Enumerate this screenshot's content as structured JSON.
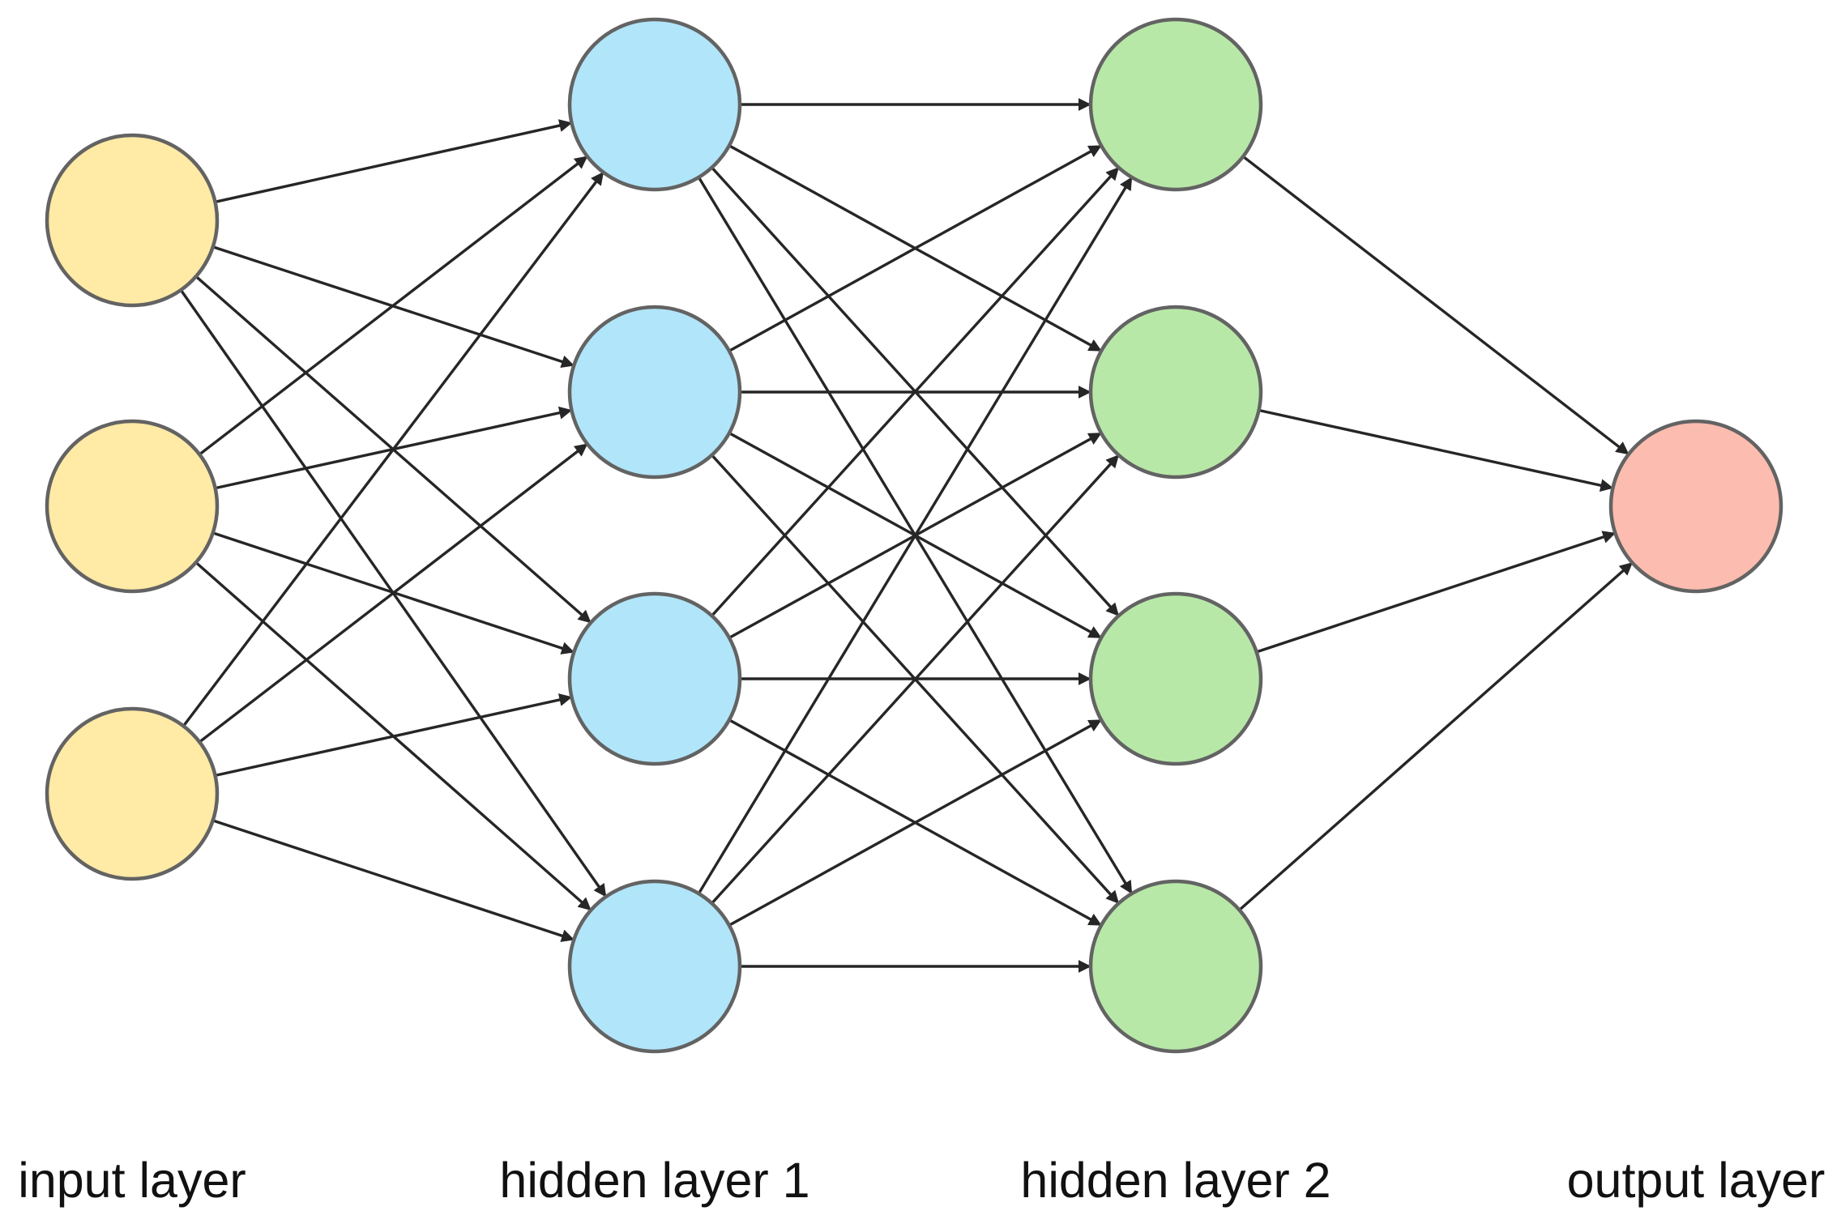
{
  "diagram": {
    "title": "",
    "layers": [
      {
        "label": "input layer",
        "nodes": 3,
        "fill": "#ffeaa6"
      },
      {
        "label": "hidden layer 1",
        "nodes": 4,
        "fill": "#b1e5f9"
      },
      {
        "label": "hidden layer 2",
        "nodes": 4,
        "fill": "#b8e8a8"
      },
      {
        "label": "output layer",
        "nodes": 1,
        "fill": "#fcbcaf"
      }
    ],
    "connectivity": "fully-connected",
    "node_stroke": "#636363",
    "edge_color": "#262626"
  }
}
